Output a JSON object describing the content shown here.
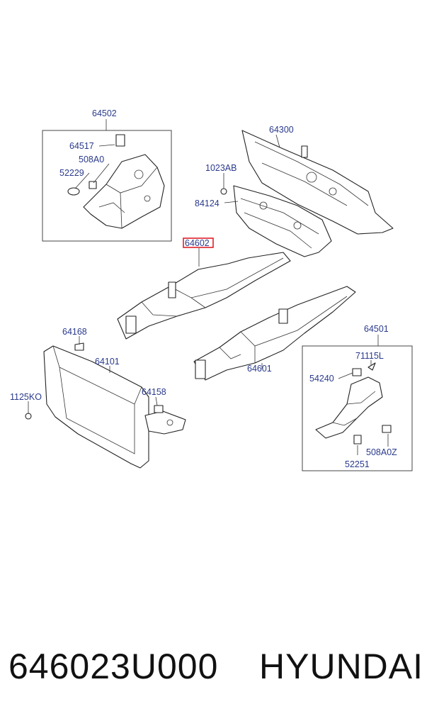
{
  "labels": {
    "l64502": "64502",
    "l64517": "64517",
    "l508A0": "508A0",
    "l52229": "52229",
    "l64300": "64300",
    "l1023AB": "1023AB",
    "l84124": "84124",
    "l64602": "64602",
    "l64168": "64168",
    "l64101": "64101",
    "l64158": "64158",
    "l1125KO": "1125KO",
    "l64601": "64601",
    "l64501": "64501",
    "l71115L": "71115L",
    "l54240": "54240",
    "l508A0Z": "508A0Z",
    "l52251": "52251"
  },
  "highlight": {
    "part": "64602",
    "color": "#e0202a"
  },
  "caption": {
    "part_number": "646023U000",
    "brand": "HYUNDAI"
  },
  "colors": {
    "label": "#2a3a8c",
    "line": "#222222"
  }
}
